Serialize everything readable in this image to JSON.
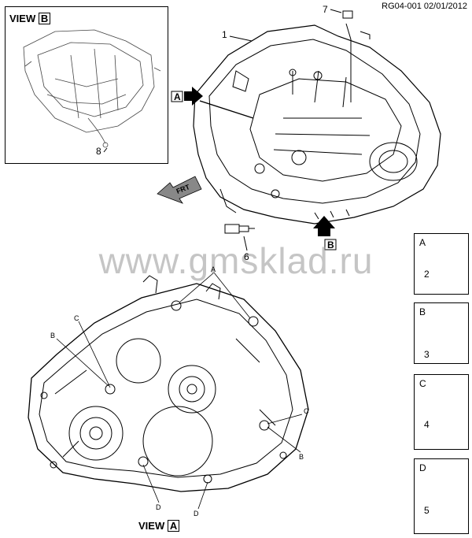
{
  "header": {
    "code": "RG04-001 02/01/2012"
  },
  "watermark": "www.gmsklad.ru",
  "view_b": {
    "title_prefix": "VIEW",
    "title_letter": "B",
    "callout_8": "8"
  },
  "main_assembly": {
    "callout_1": "1",
    "callout_6": "6",
    "callout_7": "7",
    "arrow_a": "A",
    "arrow_b": "B",
    "frt": "FRT"
  },
  "view_a": {
    "title_prefix": "VIEW",
    "title_letter": "A",
    "markers": [
      "A",
      "B",
      "C",
      "B",
      "C",
      "D",
      "D"
    ]
  },
  "side_parts": [
    {
      "letter": "A",
      "number": "2",
      "icon": "bolt-icon"
    },
    {
      "letter": "B",
      "number": "3",
      "icon": "nut-icon"
    },
    {
      "letter": "C",
      "number": "4",
      "icon": "sleeve-icon"
    },
    {
      "letter": "D",
      "number": "5",
      "icon": "flange-bolt-icon"
    }
  ]
}
